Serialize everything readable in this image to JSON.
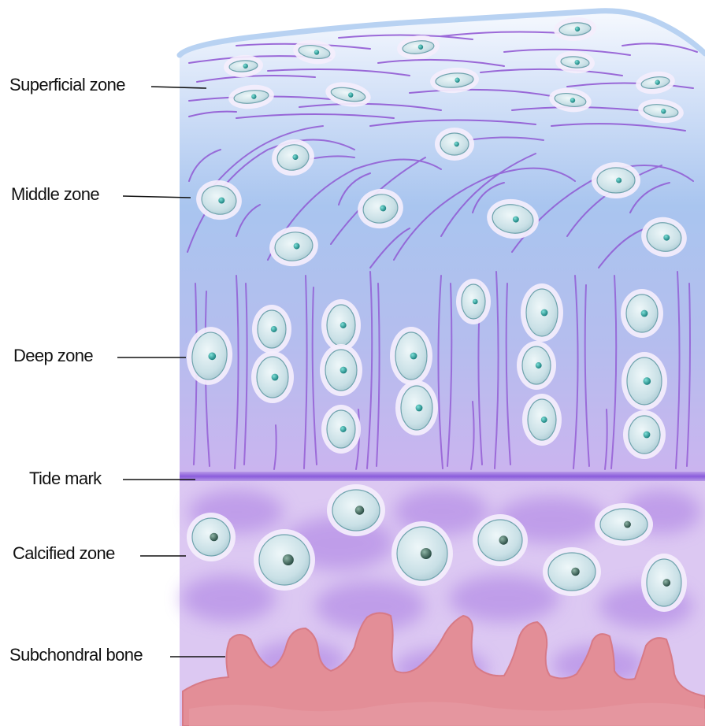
{
  "labels": {
    "superficial": "Superficial zone",
    "middle": "Middle zone",
    "deep": "Deep zone",
    "tide": "Tide mark",
    "calcified": "Calcified zone",
    "bone": "Subchondral bone"
  },
  "colors": {
    "cartilage_top": "#f4f8fd",
    "cartilage_mid": "#a8c4ee",
    "cartilage_deep": "#c7b6ef",
    "tide_mark": "#9b6fe0",
    "calcified_bg": "#dcc8f2",
    "calcified_blotch": "#b48ce6",
    "bone": "#e38e97",
    "fiber": "#8e52d2",
    "nucleus": "#26a7a2",
    "cell_halo": "#f3ecfb",
    "cell_body": "#cfe4ea"
  }
}
